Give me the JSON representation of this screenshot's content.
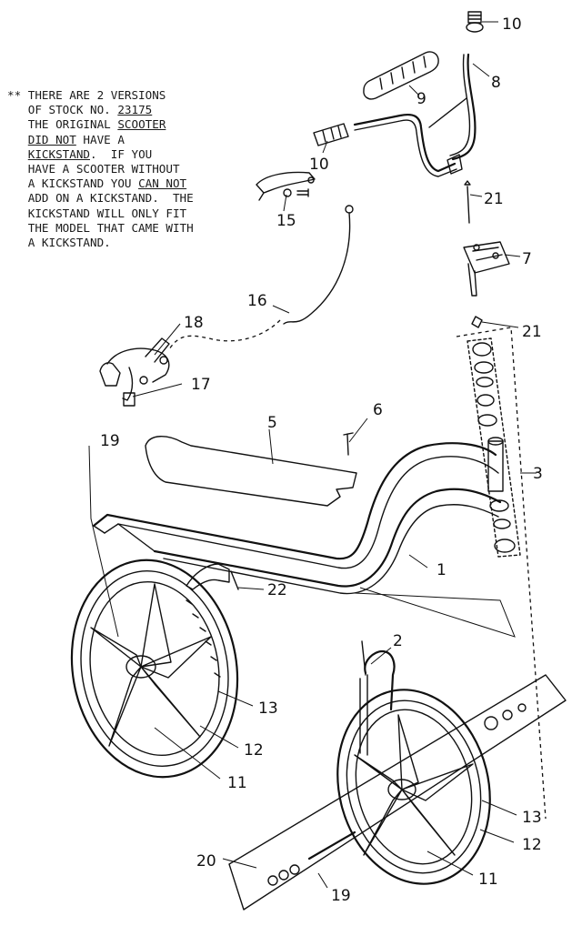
{
  "note": {
    "lines": [
      {
        "parts": [
          {
            "t": "** THERE ARE 2 VERSIONS"
          }
        ]
      },
      {
        "parts": [
          {
            "t": "   OF STOCK NO. "
          },
          {
            "t": "23175",
            "u": true
          }
        ]
      },
      {
        "parts": [
          {
            "t": "   THE ORIGINAL "
          },
          {
            "t": "SCOOTER",
            "u": true
          }
        ]
      },
      {
        "parts": [
          {
            "t": "   "
          },
          {
            "t": "DID NOT",
            "u": true
          },
          {
            "t": " HAVE A"
          }
        ]
      },
      {
        "parts": [
          {
            "t": "   "
          },
          {
            "t": "KICKSTAND",
            "u": true
          },
          {
            "t": ".  IF YOU"
          }
        ]
      },
      {
        "parts": [
          {
            "t": "   HAVE A SCOOTER WITHOUT"
          }
        ]
      },
      {
        "parts": [
          {
            "t": "   A KICKSTAND YOU "
          },
          {
            "t": "CAN NOT",
            "u": true
          }
        ]
      },
      {
        "parts": [
          {
            "t": "   ADD ON A KICKSTAND.  THE"
          }
        ]
      },
      {
        "parts": [
          {
            "t": "   KICKSTAND WILL ONLY FIT"
          }
        ]
      },
      {
        "parts": [
          {
            "t": "   THE MODEL THAT CAME WITH"
          }
        ]
      },
      {
        "parts": [
          {
            "t": "   A KICKSTAND."
          }
        ]
      }
    ]
  },
  "callouts": [
    {
      "id": "10a",
      "text": "10"
    },
    {
      "id": "8",
      "text": "8"
    },
    {
      "id": "9",
      "text": "9"
    },
    {
      "id": "10b",
      "text": "10"
    },
    {
      "id": "15",
      "text": "15"
    },
    {
      "id": "21a",
      "text": "21"
    },
    {
      "id": "7",
      "text": "7"
    },
    {
      "id": "16",
      "text": "16"
    },
    {
      "id": "21b",
      "text": "21"
    },
    {
      "id": "18",
      "text": "18"
    },
    {
      "id": "17",
      "text": "17"
    },
    {
      "id": "6",
      "text": "6"
    },
    {
      "id": "5",
      "text": "5"
    },
    {
      "id": "19a",
      "text": "19"
    },
    {
      "id": "3",
      "text": "3"
    },
    {
      "id": "1",
      "text": "1"
    },
    {
      "id": "22",
      "text": "22"
    },
    {
      "id": "2",
      "text": "2"
    },
    {
      "id": "13a",
      "text": "13"
    },
    {
      "id": "12a",
      "text": "12"
    },
    {
      "id": "11a",
      "text": "11"
    },
    {
      "id": "13b",
      "text": "13"
    },
    {
      "id": "12b",
      "text": "12"
    },
    {
      "id": "20",
      "text": "20"
    },
    {
      "id": "11b",
      "text": "11"
    },
    {
      "id": "19b",
      "text": "19"
    }
  ]
}
